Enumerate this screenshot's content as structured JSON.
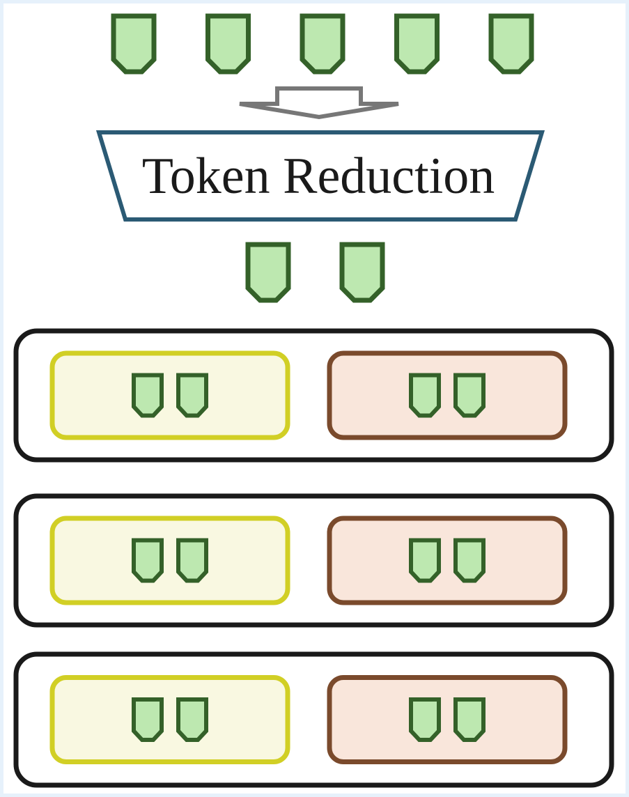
{
  "diagram": {
    "reducer": {
      "label": "Token Reduction"
    },
    "input_token_count": 5,
    "output_token_count": 2,
    "layer_count": 3,
    "tokens_per_block": 2,
    "colors": {
      "token_fill": "#bde8b0",
      "token_stroke": "#346129",
      "arrow": "#777777",
      "reducer_stroke": "#2b5a74",
      "reducer_fill": "#ffffff",
      "layer_stroke": "#1a1a1a",
      "block_a_fill": "#f9f8e1",
      "block_a_stroke": "#d1cf25",
      "block_b_fill": "#f9e6db",
      "block_b_stroke": "#7a4a2c",
      "page_border": "#e6f1fb"
    }
  }
}
